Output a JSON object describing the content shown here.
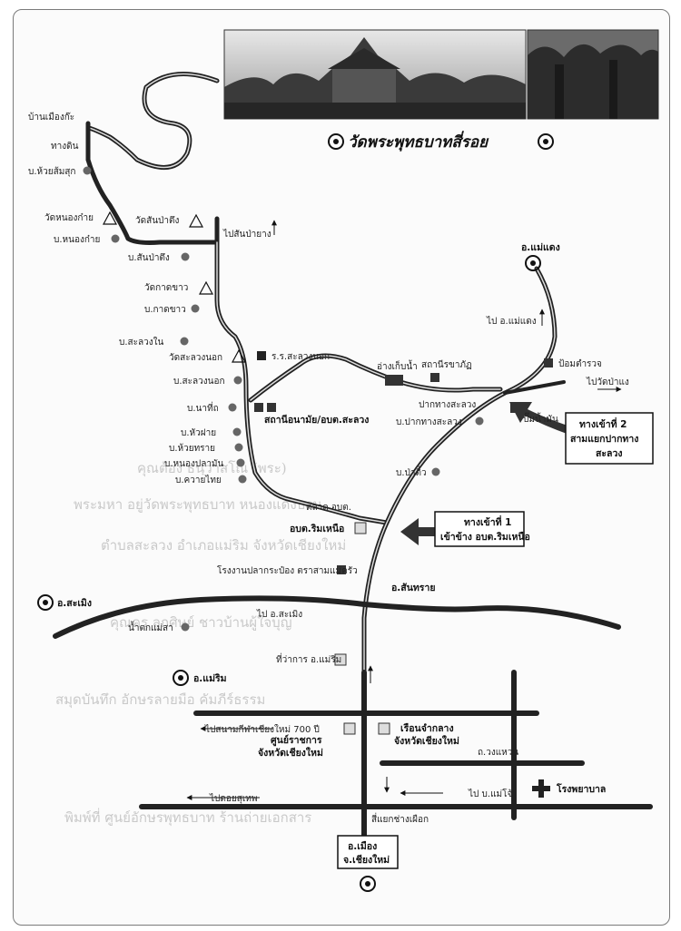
{
  "title": "วัดพระพุทธบาทสี่รอย",
  "entrances": {
    "entrance_1": [
      "ทางเข้าที่ 1",
      "เข้าข้าง อบต.ริมเหนือ"
    ],
    "entrance_2": [
      "ทางเข้าที่ 2",
      "สามแยกปากทาง",
      "สะลวง"
    ]
  },
  "districts": {
    "mae_taeng": "อ.แม่แดง",
    "samoeng": "อ.สะเมิง",
    "mae_rim": "อ.แม่ริม",
    "san_sai": "อ.สันทราย",
    "mueang": [
      "อ.เมือง",
      "จ.เชียงใหม่"
    ]
  },
  "directions": {
    "to_san_pa_yang": "ไปสันป่ายาง",
    "to_mae_taeng": "ไป อ.แม่แดง",
    "to_wat_pa_raeng": "ไปวัดป่าแง",
    "to_samoeng": "ไป อ.สะเมิง",
    "to_700_stadium": "ไปสนามกีฬาเชียงใหม่ 700 ปี",
    "to_doi_suthep": "ไปดอยสุเทพ",
    "to_mae_jo": "ไป บ.แม่โจ้",
    "to_mae_rim_office": "ที่ว่าการ อ.แม่ริม"
  },
  "villages": {
    "ban_mueang_ko": "บ้านเมืองก๊ะ",
    "tang_din": "ทางดิน",
    "ban_huai_som_suk": "บ.ห้วยส้มสุก",
    "wat_nong_kai": "วัดหนองก๋าย",
    "ban_nong_kai": "บ.หนองก๋าย",
    "wat_san_pa_tueng": "วัดสันป่าตึง",
    "ban_san_pa_tueng": "บ.สันป่าตึง",
    "wat_kat_khao": "วัดกาดขาว",
    "ban_kat_khao": "บ.กาดขาว",
    "ban_saluang_nai": "บ.สะลวงใน",
    "wat_saluang_nok": "วัดสะลวงนอก",
    "ban_saluang_nok": "บ.สะลวงนอก",
    "ban_na_thi": "บ.นาที่ถ",
    "ban_hua_fai": "บ.หัวฝาย",
    "ban_huai_sai": "บ.ห้วยทราย",
    "ban_nong_pla_man": "บ.หนองปลามัน",
    "ban_khwai_thai": "บ.ควายไทย",
    "ban_pa_tio": "บ.ป่าติ้ว",
    "ban_pak_thang_saluang": "บ.ปากทางสะลวง",
    "pak_thang_saluang": "ปากทางสะลวง",
    "nam_tok_mae_sa": "น้ำตกแม่สา"
  },
  "places": {
    "school_saluang_nok": "ร.ร.สะลวงนอก",
    "reservoir": "อ่างเก็บน้ำ",
    "health_station": "สถานีอนามัย/อบต.สะลวง",
    "police_box": "ป้อมตำรวจ",
    "gas_station": "ปั๊มน้ำมัน",
    "market": "ตลาด อบต.",
    "rim_nuea_office": "อบต.ริมเหนือ",
    "factory": "โรงงานปลากระป๋อง ตราสามแม่ครัว",
    "gov_center": [
      "ศูนย์ราชการ",
      "จังหวัดเชียงใหม่"
    ],
    "prison": [
      "เรือนจำกลาง",
      "จังหวัดเชียงใหม่"
    ],
    "hospital": "โรงพยาบาล",
    "ring_road": "ถ.วงแหวน",
    "chang_phueak": "สี่แยกช่างเผือก",
    "san_saraphi": "สถานีรขาภัฏ"
  },
  "background_text": [
    "คุณต้อง ธนฺวาสโณ (พระ)",
    "พระมหา อยู่วัดพระพุทธบาท หนองแดงบรม",
    "ตำบลสะลวง อำเภอแม่ริม จังหวัดเชียงใหม่",
    "คุณครู ลูกศิษย์ ชาวบ้านผู้ใจบุญ",
    "สมุดบันทึก อักษรลายมือ คัมภีร์ธรรม",
    "พิมพ์ที่ ศูนย์อักษรพุทธบาท ร้านถ่ายเอกสาร"
  ]
}
